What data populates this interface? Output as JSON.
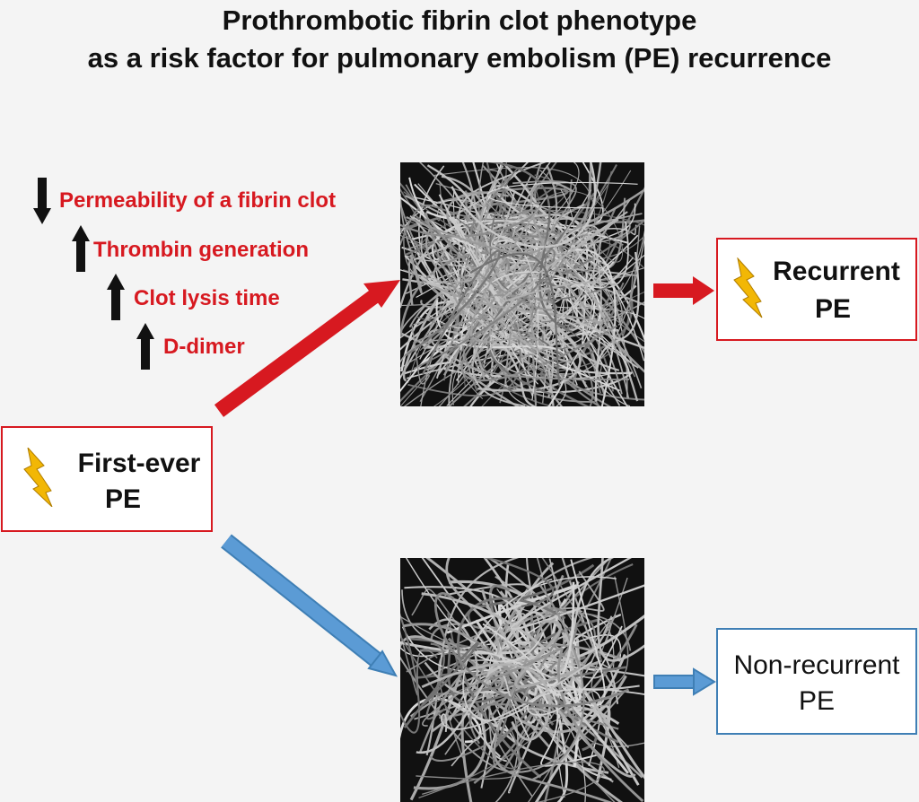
{
  "title": {
    "line1": "Prothrombotic fibrin clot phenotype",
    "line2": "as a risk factor for pulmonary embolism (PE) recurrence"
  },
  "risk_factors": [
    {
      "label": "Permeability of a fibrin clot",
      "direction": "down"
    },
    {
      "label": "Thrombin generation",
      "direction": "up"
    },
    {
      "label": "Clot lysis time",
      "direction": "up"
    },
    {
      "label": "D-dimer",
      "direction": "up"
    }
  ],
  "boxes": {
    "first": {
      "line1": "First-ever",
      "line2": "PE"
    },
    "recurrent": {
      "line1": "Recurrent",
      "line2": "PE"
    },
    "nonrecurrent": {
      "line1": "Non-recurrent",
      "line2": "PE"
    }
  },
  "icons": {
    "bolt": "lightning-bolt-icon"
  },
  "colors": {
    "red": "#d71920",
    "blue": "#3f7fb5",
    "blue_fill": "#5b9bd5",
    "bolt": "#f2b705"
  }
}
